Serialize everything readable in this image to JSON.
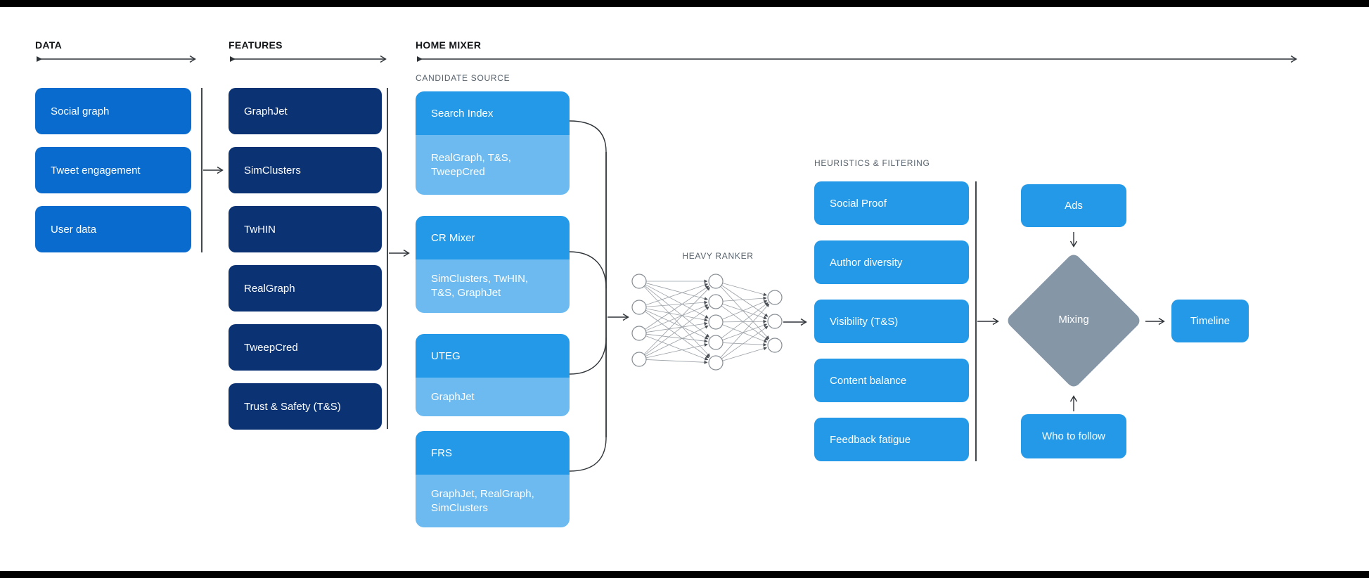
{
  "colors": {
    "bright_blue": "#2499e8",
    "light_blue": "#6cbaf0",
    "medium_blue": "#0a6bce",
    "navy": "#0b3273",
    "diamond_gray": "#8596a7",
    "line_dark": "#2e3338",
    "label_dark": "#14171a",
    "label_gray": "#58636d",
    "nn_line": "#9aa0a6",
    "bar_black": "#000000",
    "background": "#ffffff"
  },
  "sections": {
    "data": {
      "label": "DATA",
      "items": [
        "Social graph",
        "Tweet engagement",
        "User data"
      ]
    },
    "features": {
      "label": "FEATURES",
      "items": [
        "GraphJet",
        "SimClusters",
        "TwHIN",
        "RealGraph",
        "TweepCred",
        "Trust & Safety (T&S)"
      ]
    },
    "home_mixer": {
      "label": "HOME MIXER",
      "candidate_source_label": "CANDIDATE SOURCE",
      "candidates": [
        {
          "title": "Search Index",
          "sub": "RealGraph, T&S,\nTweepCred"
        },
        {
          "title": "CR Mixer",
          "sub": "SimClusters, TwHIN,\nT&S, GraphJet"
        },
        {
          "title": "UTEG",
          "sub": "GraphJet"
        },
        {
          "title": "FRS",
          "sub": "GraphJet, RealGraph,\nSimClusters"
        }
      ]
    },
    "heavy_ranker": {
      "label": "HEAVY RANKER"
    },
    "heuristics": {
      "label": "HEURISTICS & FILTERING",
      "items": [
        "Social Proof",
        "Author diversity",
        "Visibility (T&S)",
        "Content balance",
        "Feedback fatigue"
      ]
    },
    "mixing": {
      "ads": "Ads",
      "mixing": "Mixing",
      "who_to_follow": "Who to follow",
      "timeline": "Timeline"
    }
  }
}
